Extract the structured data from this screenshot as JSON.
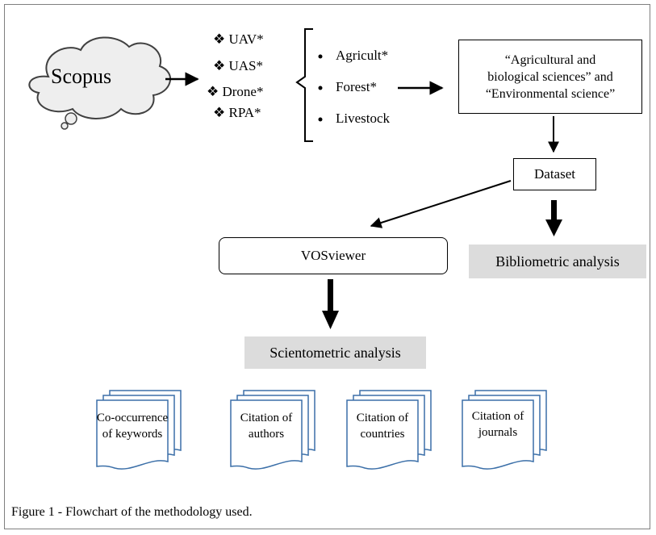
{
  "source": {
    "label": "Scopus"
  },
  "search_terms": [
    "❖ UAV*",
    "❖ UAS*",
    "❖ Drone*",
    "❖ RPA*"
  ],
  "topics": [
    "Agricult*",
    "Forest*",
    "Livestock"
  ],
  "subject_areas": {
    "line1": "“Agricultural and",
    "line2": "biological sciences” and",
    "line3": "“Environmental science”"
  },
  "dataset": {
    "label": "Dataset"
  },
  "vosviewer": {
    "label": "VOSviewer"
  },
  "bibliometric": {
    "label": "Bibliometric  analysis"
  },
  "scientometric": {
    "label": "Scientometric analysis"
  },
  "outputs": [
    {
      "line1": "Co-occurrence",
      "line2": "of keywords"
    },
    {
      "line1": "Citation of",
      "line2": "authors"
    },
    {
      "line1": "Citation of",
      "line2": "countries"
    },
    {
      "line1": "Citation of",
      "line2": "journals"
    }
  ],
  "caption": "Figure 1 - Flowchart of the methodology used."
}
